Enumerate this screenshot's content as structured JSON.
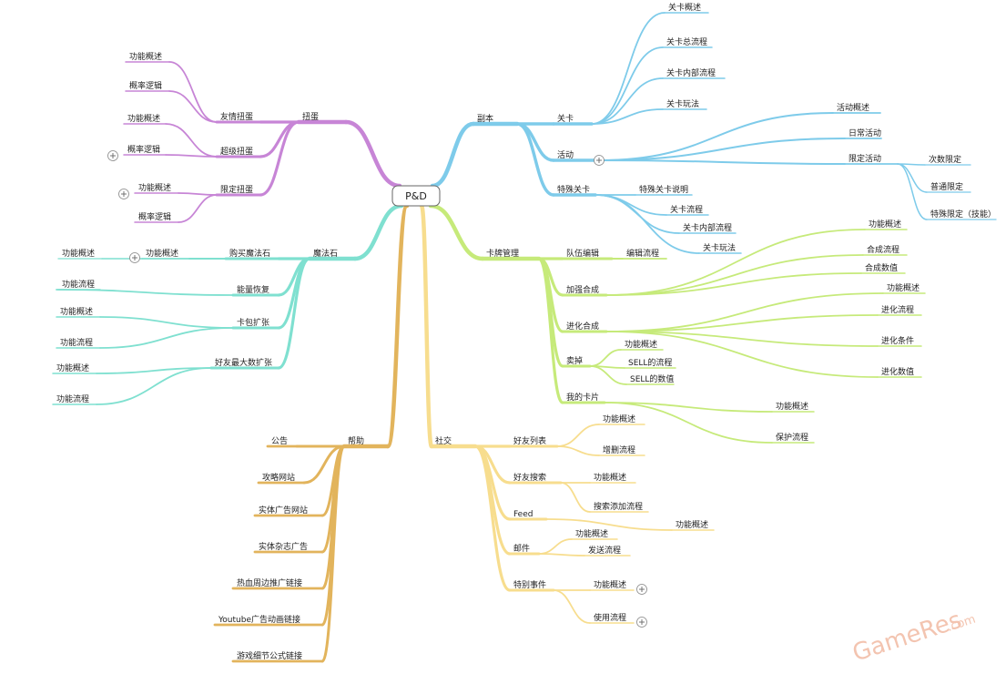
{
  "root": "P&D",
  "watermark": {
    "main": "GameRes",
    "suffix": ".com"
  },
  "colors": {
    "fuben": "#7ecbea",
    "gacha": "#c785d6",
    "magic": "#7fe0d0",
    "card": "#c6ea7a",
    "help": "#e2b45c",
    "social": "#f7dd8e"
  },
  "labels": {
    "fuben": "副本",
    "guanka": "关卡",
    "gk1": "关卡概述",
    "gk2": "关卡总流程",
    "gk3": "关卡内部流程",
    "gk4": "关卡玩法",
    "huodong": "活动",
    "hd1": "活动概述",
    "hd2": "日常活动",
    "hd3": "限定活动",
    "xd1": "次数限定",
    "xd2": "普通限定",
    "xd3": "特殊限定（技能）",
    "teshu": "特殊关卡",
    "ts1": "特殊关卡说明",
    "ts2": "关卡流程",
    "ts3": "关卡内部流程",
    "ts4": "关卡玩法",
    "gacha": "扭蛋",
    "youqing": "友情扭蛋",
    "yq1": "功能概述",
    "yq2": "概率逻辑",
    "chaoji": "超级扭蛋",
    "cj1": "功能概述",
    "cj2": "概率逻辑",
    "xianding": "限定扭蛋",
    "xn1": "功能概述",
    "xn2": "概率逻辑",
    "magic": "魔法石",
    "buy": "购买魔法石",
    "buy1": "功能概述",
    "buy2": "功能概述",
    "energy": "能量恢复",
    "en1": "功能流程",
    "bag": "卡包扩张",
    "bag1": "功能概述",
    "bag2": "功能流程",
    "friendmax": "好友最大数扩张",
    "fm1": "功能概述",
    "fm2": "功能流程",
    "card": "卡牌管理",
    "team": "队伍编辑",
    "team1": "编辑流程",
    "enhance": "加强合成",
    "enh1": "功能概述",
    "enh2": "合成流程",
    "enh3": "合成数值",
    "evolve": "进化合成",
    "ev1": "功能概述",
    "ev2": "进化流程",
    "ev3": "进化条件",
    "ev4": "进化数值",
    "sell": "卖掉",
    "sell1": "功能概述",
    "sell2": "SELL的流程",
    "sell3": "SELL的数值",
    "mycards": "我的卡片",
    "mc1": "功能概述",
    "mc2": "保护流程",
    "help": "帮助",
    "h1": "公告",
    "h2": "攻略网站",
    "h3": "实体广告网站",
    "h4": "实体杂志广告",
    "h5": "热血周边推广链接",
    "h6": "Youtube广告动画链接",
    "h7": "游戏细节公式链接",
    "social": "社交",
    "flist": "好友列表",
    "fl1": "功能概述",
    "fl2": "增删流程",
    "fsearch": "好友搜索",
    "fs1": "功能概述",
    "fs2": "搜索添加流程",
    "feed": "Feed",
    "feed1": "功能概述",
    "mail": "邮件",
    "mail1": "功能概述",
    "mail2": "发送流程",
    "event": "特别事件",
    "evt1": "功能概述",
    "evt2": "使用流程"
  }
}
